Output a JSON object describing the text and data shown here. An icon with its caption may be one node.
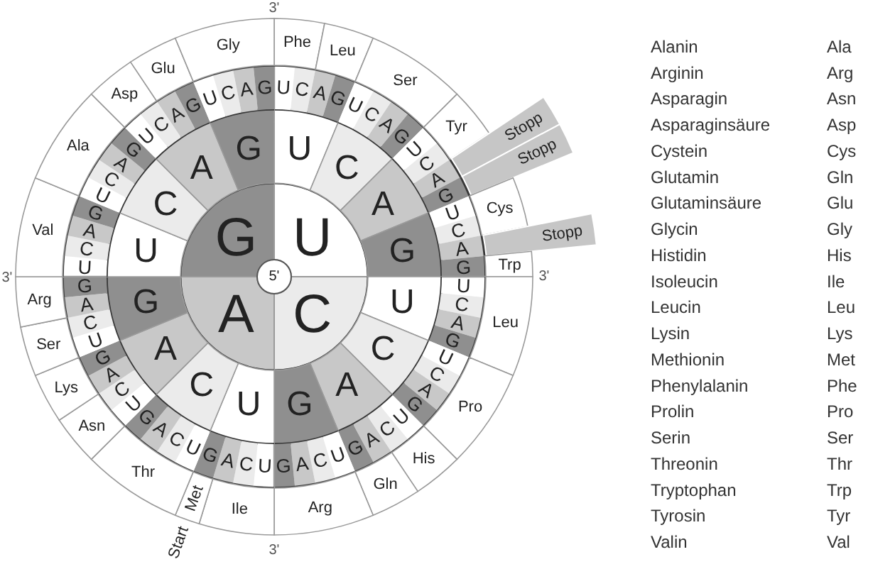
{
  "diagram": {
    "nodes": [
      {
        "text": [
          "5'"
        ]
      },
      {
        "text": [
          "U"
        ]
      },
      {
        "text": [
          "C"
        ]
      },
      {
        "text": [
          "A"
        ]
      },
      {
        "text": [
          "G"
        ]
      },
      {
        "text": [
          "U"
        ]
      },
      {
        "text": [
          "C"
        ]
      },
      {
        "text": [
          "A"
        ]
      },
      {
        "text": [
          "G"
        ]
      },
      {
        "text": [
          "U"
        ]
      },
      {
        "text": [
          "C"
        ]
      },
      {
        "text": [
          "A"
        ]
      },
      {
        "text": [
          "G"
        ]
      },
      {
        "text": [
          "U"
        ]
      },
      {
        "text": [
          "C"
        ]
      },
      {
        "text": [
          "A"
        ]
      },
      {
        "text": [
          "G"
        ]
      },
      {
        "text": [
          "U"
        ]
      },
      {
        "text": [
          "C"
        ]
      },
      {
        "text": [
          "A"
        ]
      },
      {
        "text": [
          "G"
        ]
      },
      {
        "text": [
          "U"
        ]
      },
      {
        "text": [
          "C"
        ]
      },
      {
        "text": [
          "A"
        ]
      },
      {
        "text": [
          "G"
        ]
      },
      {
        "text": [
          "U"
        ]
      },
      {
        "text": [
          "C"
        ]
      },
      {
        "text": [
          "A"
        ]
      },
      {
        "text": [
          "G"
        ]
      },
      {
        "text": [
          "U"
        ]
      },
      {
        "text": [
          "C"
        ]
      },
      {
        "text": [
          "A"
        ]
      },
      {
        "text": [
          "G"
        ]
      },
      {
        "text": [
          "U"
        ]
      },
      {
        "text": [
          "C"
        ]
      },
      {
        "text": [
          "A"
        ]
      },
      {
        "text": [
          "G"
        ]
      },
      {
        "text": [
          "U"
        ]
      },
      {
        "text": [
          "C"
        ]
      },
      {
        "text": [
          "A"
        ]
      },
      {
        "text": [
          "G"
        ]
      },
      {
        "text": [
          "U"
        ]
      },
      {
        "text": [
          "C"
        ]
      },
      {
        "text": [
          "A"
        ]
      },
      {
        "text": [
          "G"
        ]
      },
      {
        "text": [
          "U"
        ]
      },
      {
        "text": [
          "C"
        ]
      },
      {
        "text": [
          "A"
        ]
      },
      {
        "text": [
          "G"
        ]
      },
      {
        "text": [
          "U"
        ]
      },
      {
        "text": [
          "C"
        ]
      },
      {
        "text": [
          "A"
        ]
      },
      {
        "text": [
          "G"
        ]
      },
      {
        "text": [
          "U"
        ]
      },
      {
        "text": [
          "C"
        ]
      },
      {
        "text": [
          "A"
        ]
      },
      {
        "text": [
          "G"
        ]
      },
      {
        "text": [
          "U"
        ]
      },
      {
        "text": [
          "C"
        ]
      },
      {
        "text": [
          "A"
        ]
      },
      {
        "text": [
          "G"
        ]
      },
      {
        "text": [
          "U"
        ]
      },
      {
        "text": [
          "C"
        ]
      },
      {
        "text": [
          "A"
        ]
      },
      {
        "text": [
          "G"
        ]
      },
      {
        "text": [
          "U"
        ]
      },
      {
        "text": [
          "C"
        ]
      },
      {
        "text": [
          "A"
        ]
      },
      {
        "text": [
          "G"
        ]
      },
      {
        "text": [
          "U"
        ]
      },
      {
        "text": [
          "C"
        ]
      },
      {
        "text": [
          "A"
        ]
      },
      {
        "text": [
          "G"
        ]
      },
      {
        "text": [
          "U"
        ]
      },
      {
        "text": [
          "C"
        ]
      },
      {
        "text": [
          "A"
        ]
      },
      {
        "text": [
          "G"
        ]
      },
      {
        "text": [
          "U"
        ]
      },
      {
        "text": [
          "C"
        ]
      },
      {
        "text": [
          "A"
        ]
      },
      {
        "text": [
          "G"
        ]
      },
      {
        "text": [
          "U"
        ]
      },
      {
        "text": [
          "C"
        ]
      },
      {
        "text": [
          "A"
        ]
      },
      {
        "text": [
          "G"
        ]
      },
      {
        "text": [
          "Phe"
        ]
      },
      {
        "text": [
          "Leu"
        ]
      },
      {
        "text": [
          "Ser"
        ]
      },
      {
        "text": [
          "Tyr"
        ]
      },
      {
        "text": [
          "Stopp"
        ]
      },
      {
        "text": [
          "Stopp"
        ]
      },
      {
        "text": [
          "Cys"
        ]
      },
      {
        "text": [
          "Stopp"
        ]
      },
      {
        "text": [
          "Trp"
        ]
      },
      {
        "text": [
          "Leu"
        ]
      },
      {
        "text": [
          "Pro"
        ]
      },
      {
        "text": [
          "His"
        ]
      },
      {
        "text": [
          "Gln"
        ]
      },
      {
        "text": [
          "Arg"
        ]
      },
      {
        "text": [
          "Ile"
        ]
      },
      {
        "text": [
          "Met"
        ],
        "beside": [
          "Start"
        ]
      },
      {
        "text": [
          "Thr"
        ]
      },
      {
        "text": [
          "Asn"
        ]
      },
      {
        "text": [
          "Lys"
        ]
      },
      {
        "text": [
          "Ser"
        ]
      },
      {
        "text": [
          "Arg"
        ]
      },
      {
        "text": [
          "Val"
        ]
      },
      {
        "text": [
          "Ala"
        ]
      },
      {
        "text": [
          "Asp"
        ]
      },
      {
        "text": [
          "Glu"
        ]
      },
      {
        "text": [
          "Gly"
        ]
      }
    ],
    "labels": [
      "3'",
      "3'",
      "3'",
      "3'",
      "Alanin",
      "Ala",
      "Arginin",
      "Arg",
      "Asparagin",
      "Asn",
      "Asparaginsäure",
      "Asp",
      "Cystein",
      "Cys",
      "Glutamin",
      "Gln",
      "Glutaminsäure",
      "Glu",
      "Glycin",
      "Gly",
      "Histidin",
      "His",
      "Isoleucin",
      "Ile",
      "Leucin",
      "Leu",
      "Lysin",
      "Lys",
      "Methionin",
      "Met",
      "Phenylalanin",
      "Phe",
      "Prolin",
      "Pro",
      "Serin",
      "Ser",
      "Threonin",
      "Thr",
      "Tryptophan",
      "Trp",
      "Tyrosin",
      "Tyr",
      "Valin",
      "Val"
    ]
  }
}
